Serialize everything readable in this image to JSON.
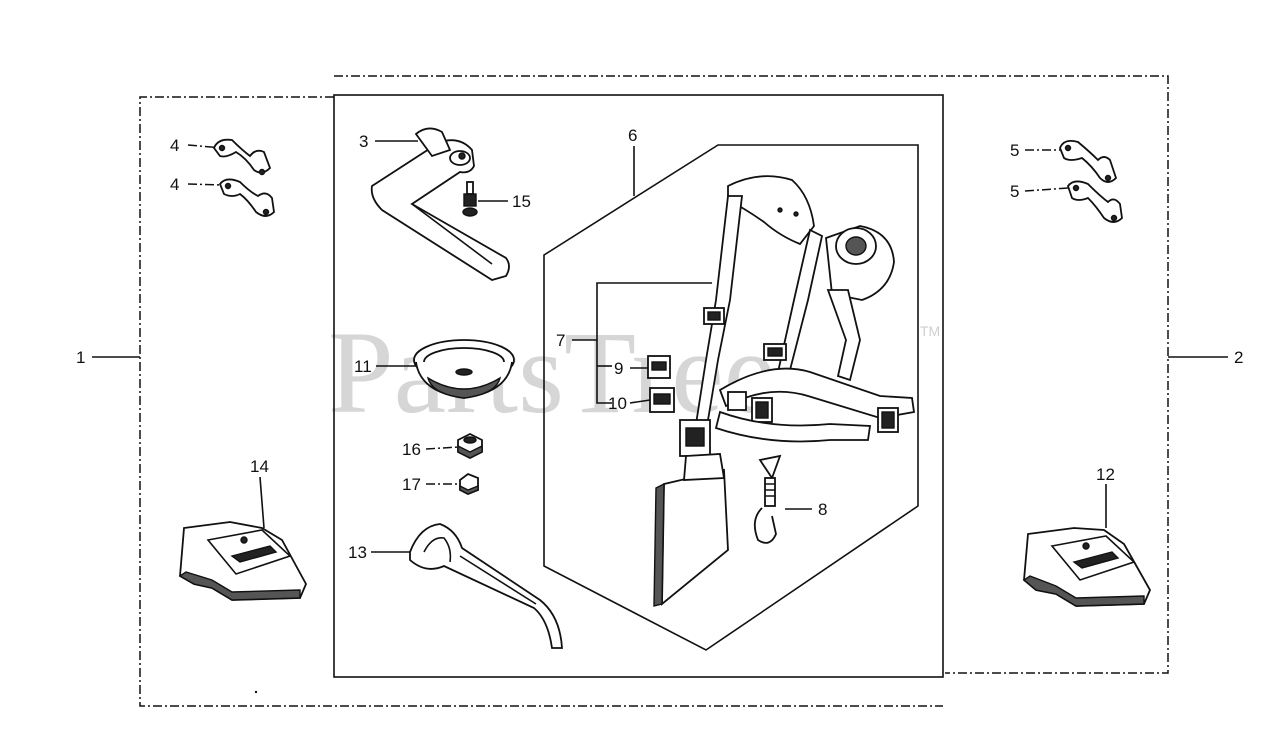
{
  "watermark": {
    "text": "PartsTree",
    "trademark": "TM"
  },
  "callouts": {
    "c1": "1",
    "c2": "2",
    "c3": "3",
    "c4a": "4",
    "c4b": "4",
    "c5a": "5",
    "c5b": "5",
    "c6": "6",
    "c7": "7",
    "c8": "8",
    "c9": "9",
    "c10": "10",
    "c11": "11",
    "c12": "12",
    "c13": "13",
    "c14": "14",
    "c15": "15",
    "c16": "16",
    "c17": "17"
  }
}
